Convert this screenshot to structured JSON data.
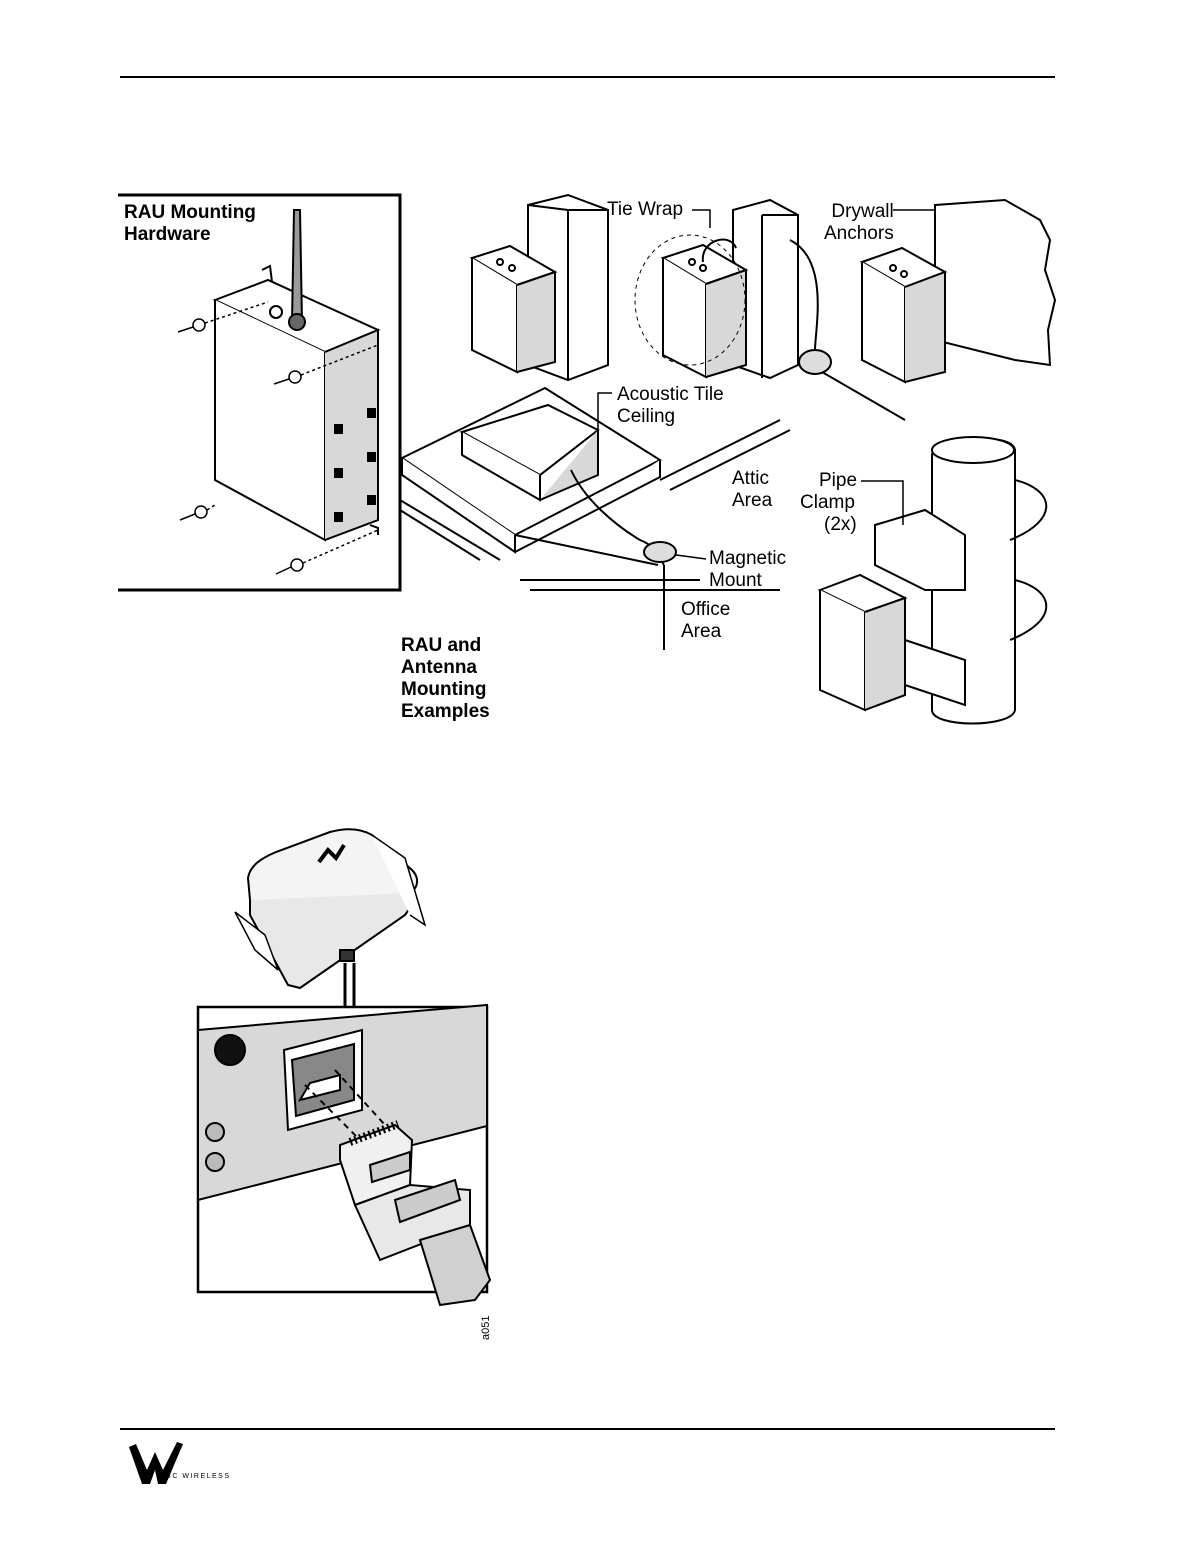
{
  "labels": {
    "rau_hardware": [
      "RAU Mounting",
      "Hardware"
    ],
    "tie_wrap": "Tie Wrap",
    "drywall": [
      "Drywall",
      "Anchors"
    ],
    "acoustic": [
      "Acoustic Tile",
      "Ceiling"
    ],
    "attic": [
      "Attic",
      "Area"
    ],
    "pipe": [
      "Pipe",
      "Clamp",
      "(2x)"
    ],
    "magnetic": [
      "Magnetic",
      "Mount"
    ],
    "office": [
      "Office",
      "Area"
    ],
    "examples": [
      "RAU and",
      "Antenna",
      "Mounting",
      "Examples"
    ]
  },
  "figure_code": "a051",
  "logo_text": "LGC WIRELESS",
  "colors": {
    "ink": "#000000",
    "paper": "#ffffff",
    "panel_gray": "#d8d8d8",
    "shade": "#bdbdbd"
  }
}
